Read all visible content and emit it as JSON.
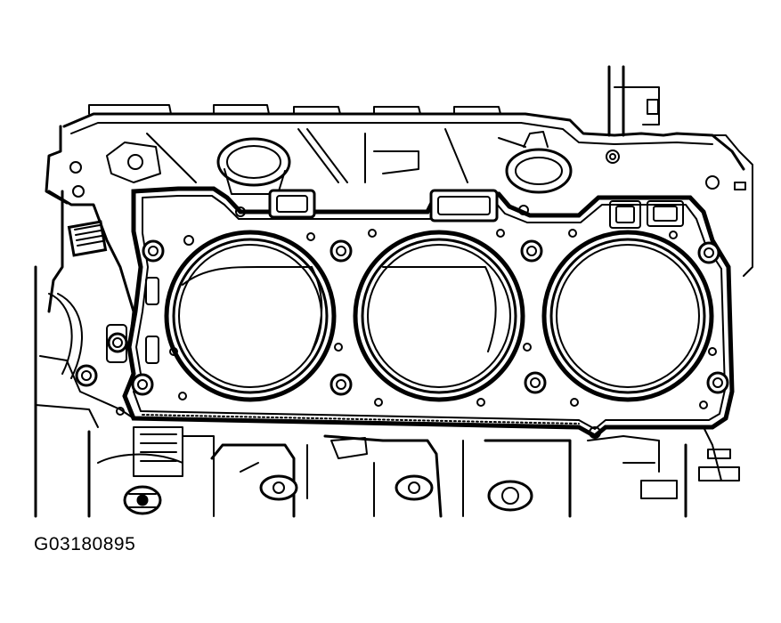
{
  "figure_id": "G03180895",
  "diagram": {
    "subject": "cylinder-head-gasket-on-engine-block",
    "cylinder_count": 3,
    "ink_color": "#000000",
    "background_color": "#ffffff"
  }
}
